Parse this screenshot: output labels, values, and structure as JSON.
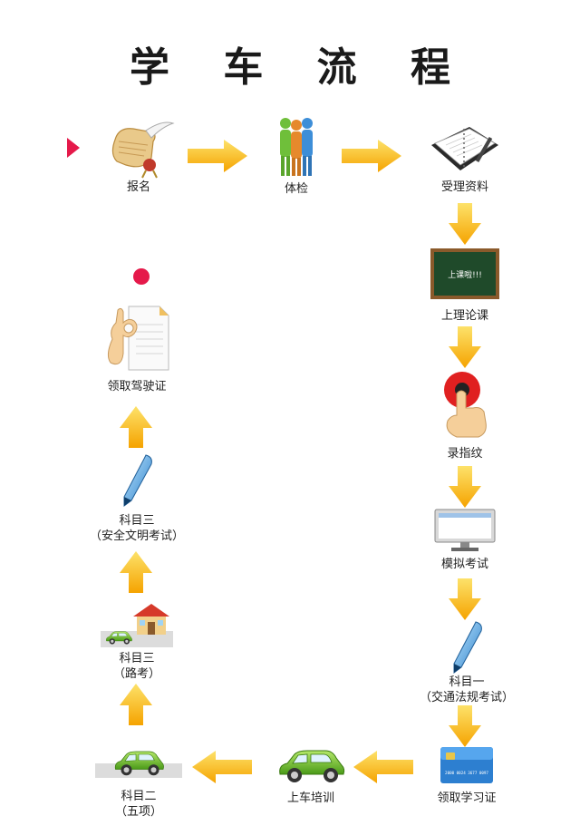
{
  "title": "学 车 流 程",
  "steps": {
    "signup": "报名",
    "physical": "体检",
    "accept": "受理资料",
    "theory_class": "上理论课",
    "fingerprint": "录指纹",
    "mock_exam": "模拟考试",
    "subject1": {
      "line1": "科目一",
      "line2": "（交通法规考试）"
    },
    "study_permit": "领取学习证",
    "driving_training": "上车培训",
    "subject2": {
      "line1": "科目二",
      "line2": "（五项）"
    },
    "subject3_road": {
      "line1": "科目三",
      "line2": "（路考）"
    },
    "subject3_safety": {
      "line1": "科目三",
      "line2": "（安全文明考试）"
    },
    "get_license": "领取驾驶证"
  },
  "blackboard_text": "上课啦!!!",
  "card_number": "2000 0024 3677 0097",
  "colors": {
    "arrow": "#f5b800",
    "arrow_light": "#fde26a",
    "accent": "#e5194a"
  },
  "icons": {
    "signup": "scroll-quill-icon",
    "physical": "people-icon",
    "accept": "notebook-icon",
    "theory_class": "blackboard-icon",
    "fingerprint": "finger-press-icon",
    "mock_exam": "monitor-icon",
    "subject1": "pen-icon",
    "study_permit": "card-icon",
    "driving_training": "car-icon",
    "subject2": "car-icon",
    "subject3_road": "house-car-icon",
    "subject3_safety": "pen-icon",
    "get_license": "ok-hand-document-icon"
  }
}
